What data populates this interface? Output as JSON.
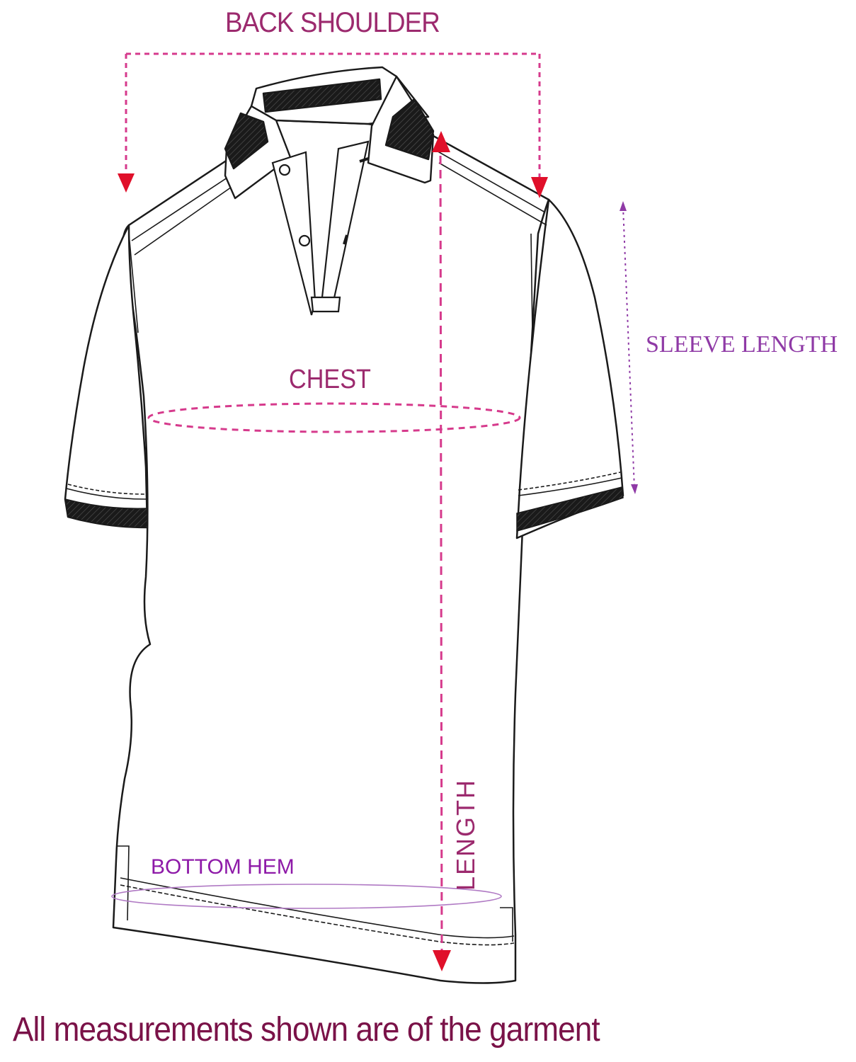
{
  "labels": {
    "back_shoulder": "BACK SHOULDER",
    "chest": "CHEST",
    "sleeve_length": "SLEEVE LENGTH",
    "length": "LENGTH",
    "bottom_hem": "BOTTOM HEM"
  },
  "footer_note": "All measurements shown are of the garment",
  "colors": {
    "outline": "#1a1a1a",
    "measure_pink": "#d63a8c",
    "arrow_red": "#e0102a",
    "label_pink": "#9c2a6e",
    "label_purple": "#8f3aa6",
    "hem_purple": "#8e1aa8",
    "footer_text": "#7a1248",
    "stripe": "#1a1a1a"
  }
}
